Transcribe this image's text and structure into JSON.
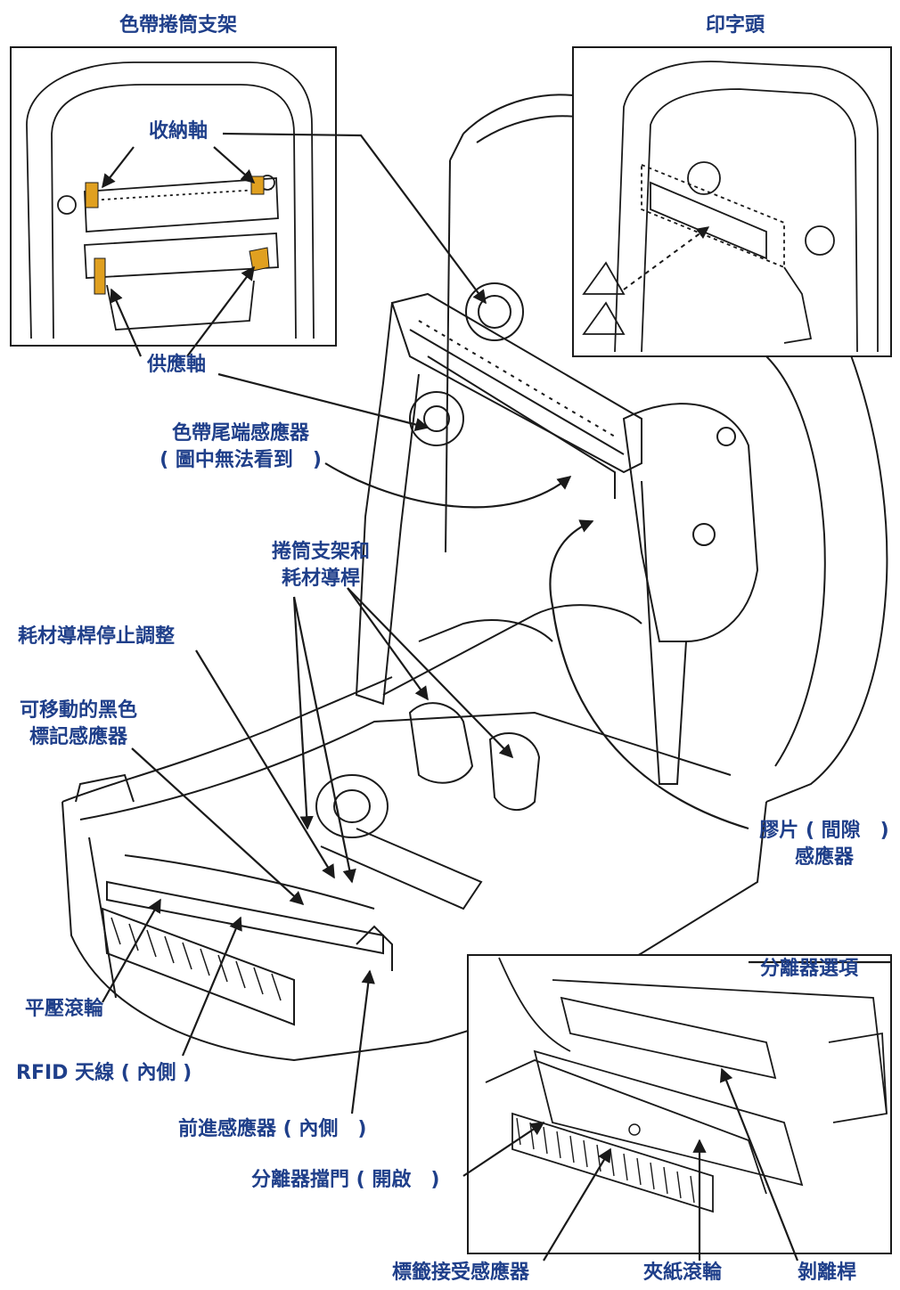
{
  "labels": {
    "ribbon_roll_holder": "色帶捲筒支架",
    "print_head": "印字頭",
    "take_up_spindle": "收納軸",
    "supply_spindle": "供應軸",
    "ribbon_out_sensor_line1": "色帶尾端感應器",
    "ribbon_out_sensor_line2": "( 圖中無法看到　)",
    "roll_holder_guides_line1": "捲筒支架和",
    "roll_holder_guides_line2": "耗材導桿",
    "media_guide_stop_adjust": "耗材導桿停止調整",
    "black_mark_sensor_line1": "可移動的黑色",
    "black_mark_sensor_line2": "標記感應器",
    "web_gap_sensor_line1": "膠片 ( 間隙　)",
    "web_gap_sensor_line2": "感應器",
    "platen_roller": "平壓滾輪",
    "rfid_antenna": "RFID 天線 ( 內側 )",
    "head_up_sensor": "前進感應器 ( 內側　)",
    "dispenser_door": "分離器擋門 ( 開啟　)",
    "dispenser_option": "分離器選項",
    "label_taken_sensor": "標籤接受感應器",
    "pinch_roller": "夾紙滾輪",
    "peel_bar": "剝離桿"
  },
  "colors": {
    "label_text": "#1f3f8a",
    "line_art": "#1a1a1a",
    "spindle_accent": "#e0a020"
  }
}
